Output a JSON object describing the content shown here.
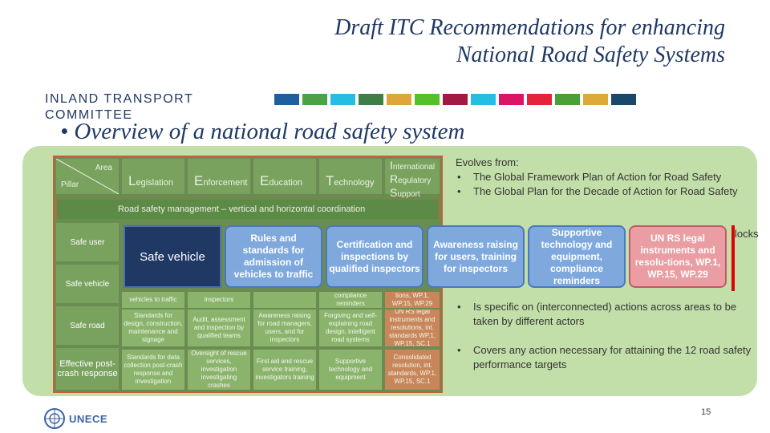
{
  "title": {
    "line1": "Draft ITC Recommendations for enhancing",
    "line2": "National Road Safety Systems"
  },
  "org": {
    "line1": "INLAND TRANSPORT",
    "line2": "COMMITTEE"
  },
  "sdg_colors": [
    "#1f5f9d",
    "#4ca146",
    "#26bde2",
    "#3f7e44",
    "#dda63a",
    "#56c02b",
    "#a21942",
    "#26bde2",
    "#dd1367",
    "#e5243b",
    "#4c9f38",
    "#ddaa3a",
    "#19486a"
  ],
  "subtitle": "• Overview of a national road safety system",
  "matrix": {
    "area": "Area",
    "pillar": "Pillar",
    "columns": [
      {
        "initial": "L",
        "rest": "egislation"
      },
      {
        "initial": "E",
        "rest": "nforcement"
      },
      {
        "initial": "E",
        "rest": "ducation"
      },
      {
        "initial": "T",
        "rest": "echnology"
      }
    ],
    "irs": {
      "l1i": "I",
      "l1": "nternational",
      "l2i": "R",
      "l2": "egulatory",
      "l3i": "S",
      "l3": "upport"
    },
    "rsm": "Road safety management – vertical and horizontal coordination",
    "rows": [
      "Safe user",
      "Safe vehicle",
      "Safe road",
      "Effective post-crash response"
    ],
    "cells": [
      [
        "vehicles to traffic",
        "inspectors",
        "",
        "compliance reminders",
        "tions, WP.1, WP.15, WP.29"
      ],
      [
        "Standards for design, construction, maintenance and signage",
        "Audit, assessment and inspection by qualified teams",
        "Awareness raising for road managers, users, and for inspectors",
        "Forgiving and self-explaining road design, intelligent road systems",
        "UN RS legal instruments and resolutions, int. standards WP.1, WP.15, SC.1"
      ],
      [
        "Standards for data collection post-crash response and investigation",
        "Oversight of rescue services, investigation investigating crashes",
        "First aid and rescue service training, investigators training",
        "Supportive technology and equipment",
        "Consolidated resolution, int. standards, WP.1, WP.15, SC.1"
      ]
    ]
  },
  "overlay": {
    "safe_vehicle": "Safe vehicle",
    "boxes": [
      "Rules and standards for admission of vehicles to traffic",
      "Certification and inspections by qualified inspectors",
      "Awareness raising for users, training for inspectors",
      "Supportive technology and equipment, compliance reminders",
      "UN RS legal instruments and resolu-tions, WP.1, WP.15, WP.29"
    ]
  },
  "evolves": {
    "heading": "Evolves from:",
    "items": [
      "The Global Framework Plan of Action for Road Safety",
      "The Global Plan for the Decade of Action for Road Safety"
    ],
    "blocks_fragment": "locks"
  },
  "bullets": [
    "Is specific on (interconnected) actions across areas to be taken by different actors",
    "Covers any action necessary for attaining the 12 road safety performance targets"
  ],
  "page_number": "15",
  "logo_text": "UNECE"
}
